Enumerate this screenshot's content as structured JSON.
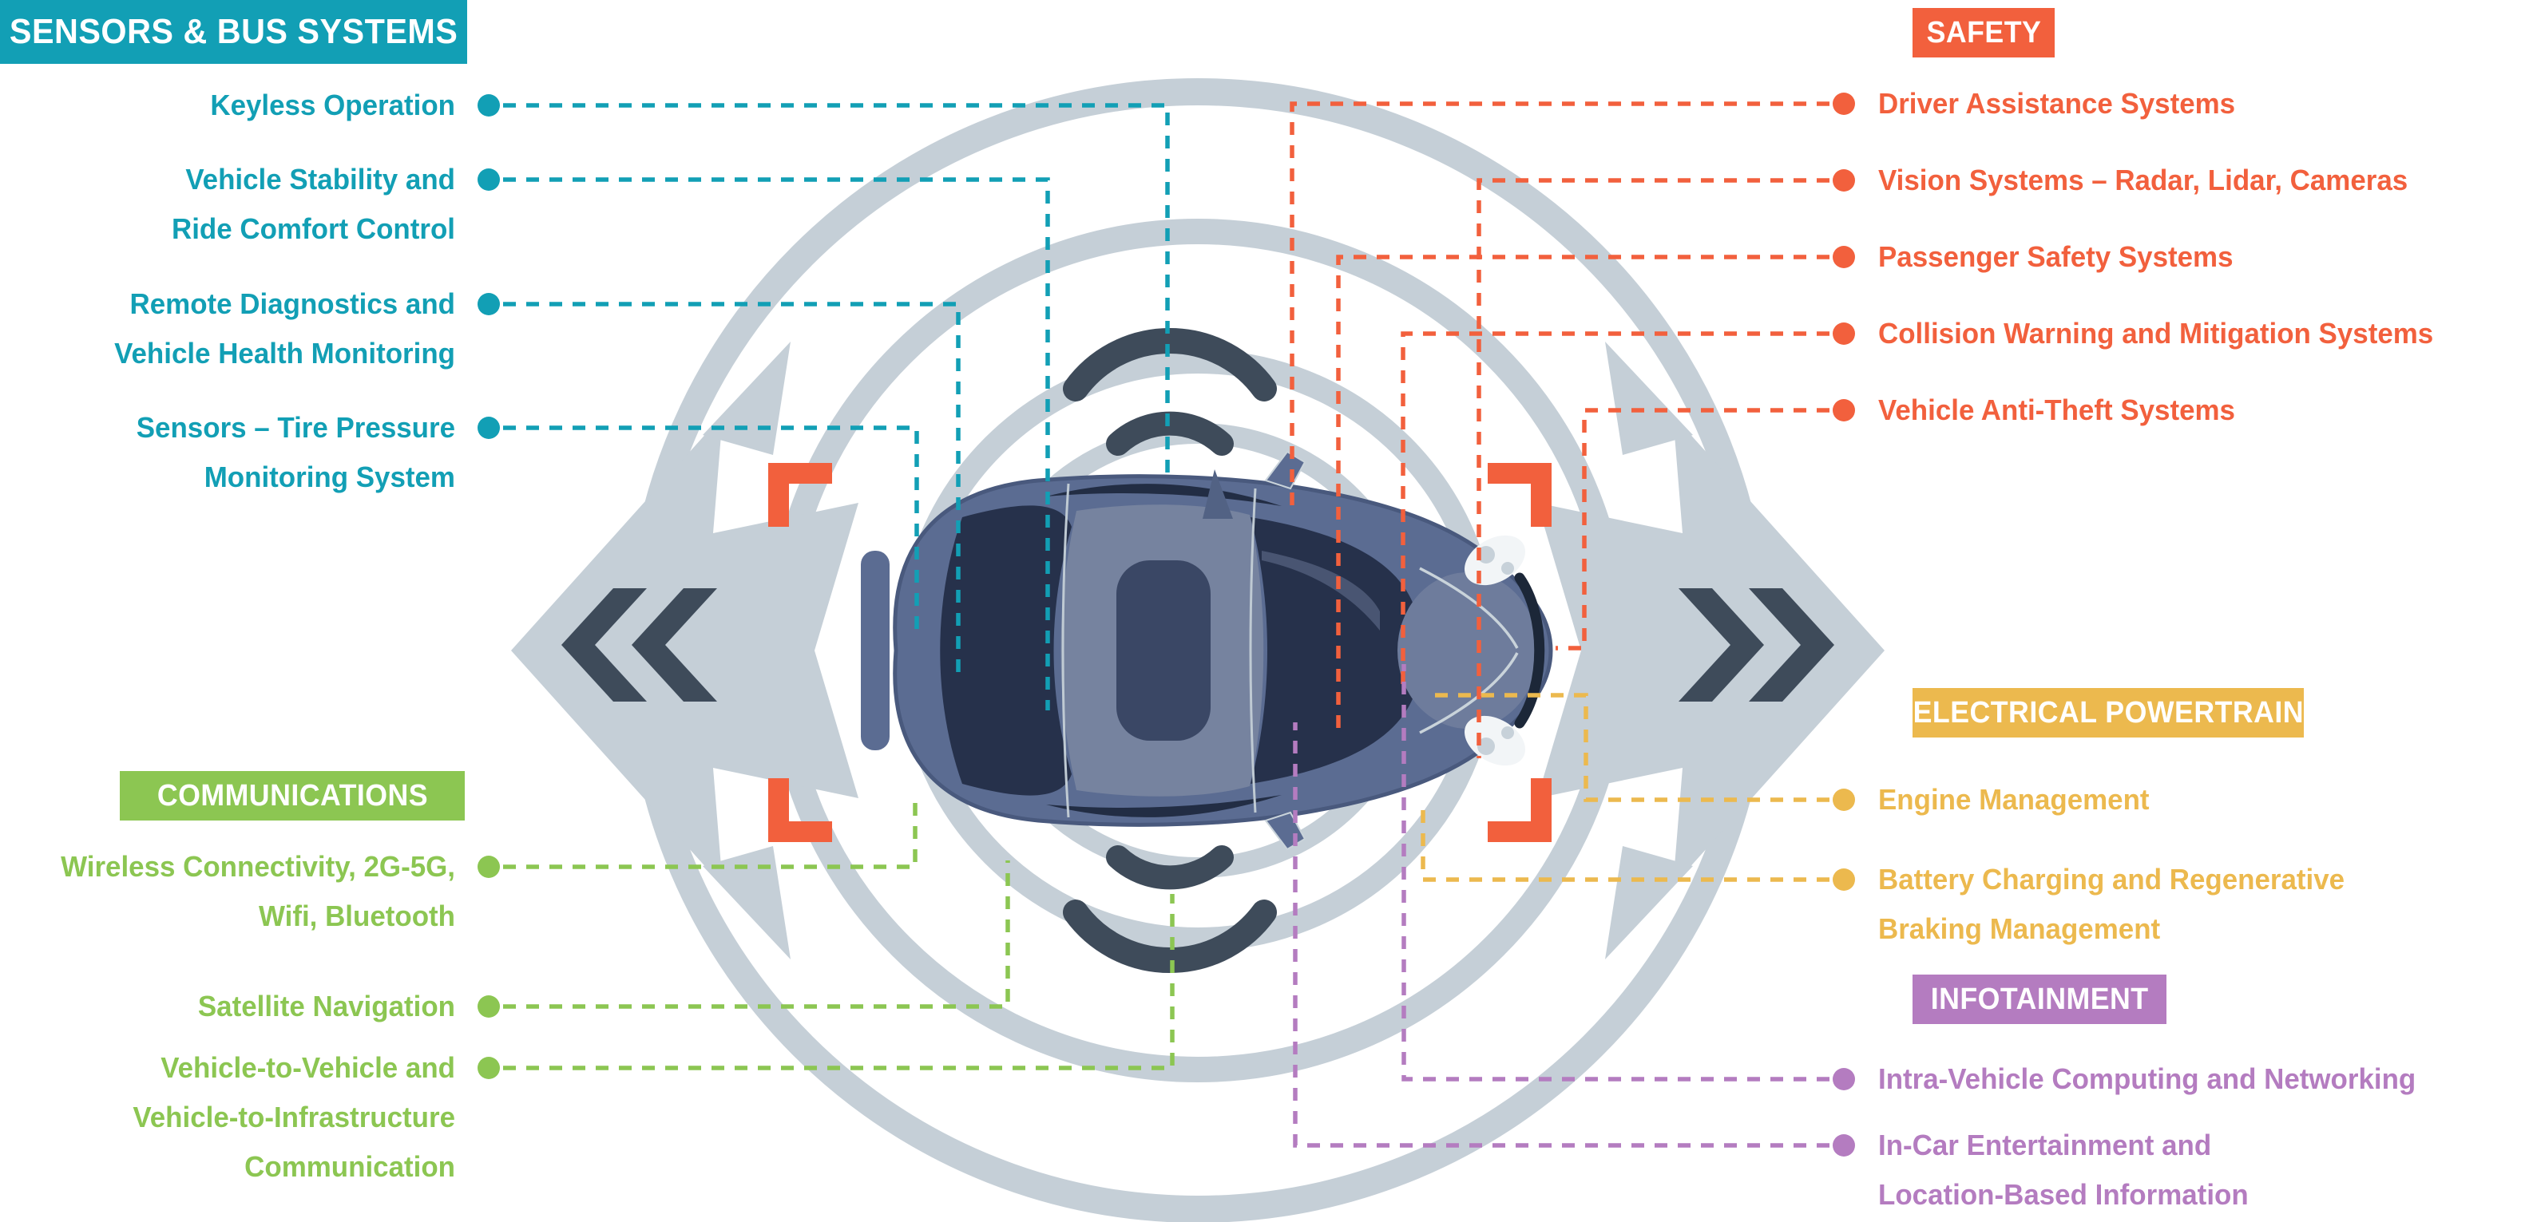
{
  "colors": {
    "sensors": "#129FB5",
    "safety": "#F2603D",
    "comms": "#8CC652",
    "power": "#ECB94E",
    "info": "#B47CC0",
    "ring": "#C5CFD7",
    "slate": "#3E4B5A",
    "car_body": "#5B6C92",
    "car_glass": "#26314B"
  },
  "sections": {
    "sensors_bus": {
      "title": "SENSORS & BUS SYSTEMS",
      "items": [
        {
          "lines": [
            "Keyless Operation"
          ]
        },
        {
          "lines": [
            "Vehicle Stability and",
            "Ride Comfort Control"
          ]
        },
        {
          "lines": [
            "Remote Diagnostics and",
            "Vehicle Health Monitoring"
          ]
        },
        {
          "lines": [
            "Sensors – Tire Pressure",
            "Monitoring System"
          ]
        }
      ]
    },
    "safety": {
      "title": "SAFETY",
      "items": [
        {
          "lines": [
            "Driver Assistance Systems"
          ]
        },
        {
          "lines": [
            "Vision Systems – Radar, Lidar, Cameras"
          ]
        },
        {
          "lines": [
            "Passenger Safety Systems"
          ]
        },
        {
          "lines": [
            "Collision Warning and Mitigation Systems"
          ]
        },
        {
          "lines": [
            "Vehicle Anti-Theft Systems"
          ]
        }
      ]
    },
    "communications": {
      "title": "COMMUNICATIONS",
      "items": [
        {
          "lines": [
            "Wireless Connectivity, 2G-5G,",
            "Wifi, Bluetooth"
          ]
        },
        {
          "lines": [
            "Satellite Navigation"
          ]
        },
        {
          "lines": [
            "Vehicle-to-Vehicle and",
            "Vehicle-to-Infrastructure",
            "Communication"
          ]
        }
      ]
    },
    "electrical_powertrain": {
      "title": "ELECTRICAL POWERTRAIN",
      "items": [
        {
          "lines": [
            "Engine Management"
          ]
        },
        {
          "lines": [
            "Battery Charging and Regenerative",
            "Braking Management"
          ]
        }
      ]
    },
    "infotainment": {
      "title": "INFOTAINMENT",
      "items": [
        {
          "lines": [
            "Intra-Vehicle Computing and Networking"
          ]
        },
        {
          "lines": [
            "In-Car Entertainment and",
            "Location-Based Information"
          ]
        }
      ]
    }
  },
  "center_graphic": {
    "elements": [
      "car-top-view",
      "radar-rings",
      "wifi-signal-icon",
      "fast-forward-chevrons-icon",
      "focus-brackets-icon",
      "motion-arrows-icon"
    ]
  }
}
